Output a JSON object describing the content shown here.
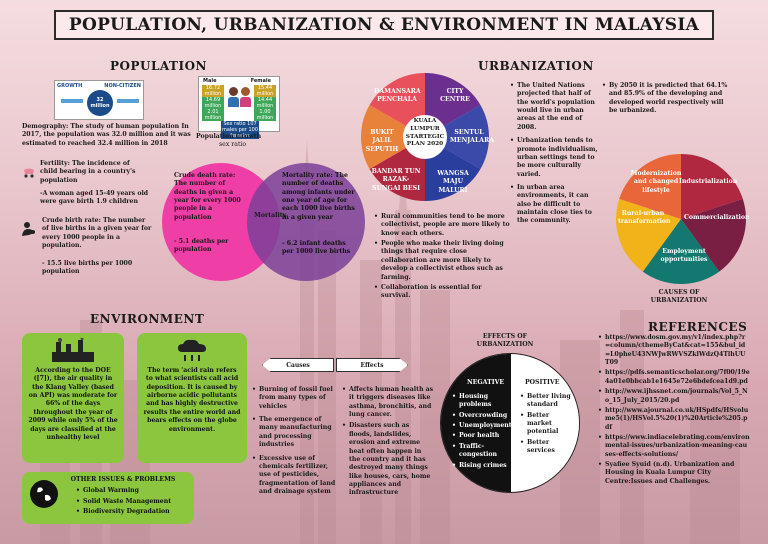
{
  "title": "POPULATION, URBANIZATION & ENVIRONMENT IN MALAYSIA",
  "population": {
    "heading": "POPULATION",
    "infographic": {
      "left_tag": "GROWTH",
      "right_tag": "NON-CITIZEN",
      "center_value": "32 million",
      "male_label": "Male",
      "female_label": "Female",
      "male_values": [
        "16.72 million",
        "14.69 million",
        "2.01 million"
      ],
      "female_values": [
        "15.44 million",
        "14.44 million",
        "1.00 million"
      ],
      "ratio_text": "Sex ratio 107 males per 100 females"
    },
    "growth_caption": "Population Growth",
    "sex_ratio_caption": "sex ratio",
    "demography": "Demography: The study of human population In 2017, the population was 32.0 million and it was estimated to reached 32.4 million in 2018",
    "fertility": "Fertility: The incidence of child bearing in a country's population",
    "fertility_note": "-A woman aged 15-49 years old were gave birth 1.9 children",
    "crude_birth": "Crude birth rate: The number of live births in a given year for every 1000 people in a population.",
    "crude_birth_note": "- 15.5 live births per 1000 population",
    "venn_left": {
      "text": "Crude death rate: The number of deaths in given a year for every 1000 people in a population",
      "note": "- 5.1 deaths per population"
    },
    "venn_center": "Mortality",
    "venn_right": {
      "text": "Mortality rate: The number of deaths among infants under one year of age for each 1000 live births in a given year",
      "note": "- 6.2 infant deaths per 1000 live births"
    }
  },
  "urbanization": {
    "heading": "URBANIZATION",
    "wheel_center": "KUALA LUMPUR STARTEGIC PLAN 2020",
    "wheel_segments": [
      {
        "label": "DAMANSARA PENCHALA",
        "color": "#e8505b"
      },
      {
        "label": "CITY CENTRE",
        "color": "#6b2f8f"
      },
      {
        "label": "SENTUL MENJALARA",
        "color": "#3b49a8"
      },
      {
        "label": "WANGSA MAJU MALURI",
        "color": "#2a3e9e"
      },
      {
        "label": "BANDAR TUN RAZAK-SUNGAI BESI",
        "color": "#b0283f"
      },
      {
        "label": "BUKIT JALIL SEPUTIH",
        "color": "#e8813a"
      }
    ],
    "rural_points": [
      "Rural communities tend to be more collectivist, people are more likely to know each others.",
      "People who make their living doing things that require close collaboration are more likely to develop a collectivist ethos such as farming.",
      "Collaboration is essential for survival."
    ],
    "un_points": [
      "The United Nations projected that half of the world's population would live in urban areas at the end of 2008.",
      "Urbanization tends to promote individualism, urban settings tend to be more culturally varied.",
      "In urban area environments, it can also be difficult to maintain close ties to the community."
    ],
    "forecast": "By 2050 it is predicted that 64.1% and 85.9% of the developing and developed world respectively will be urbanized.",
    "causes_segments": [
      {
        "label": "Industrialization",
        "color": "#b0283f"
      },
      {
        "label": "Commercialization",
        "color": "#7a1f44"
      },
      {
        "label": "Employment opportunities",
        "color": "#13786f"
      },
      {
        "label": "Rural-urban transformation",
        "color": "#f2b31a"
      },
      {
        "label": "Modernization and changed lifestyle",
        "color": "#e8663a"
      }
    ],
    "causes_caption": "CAUSES OF URBANIZATION",
    "effects_caption": "EFFECTS OF URBANIZATION",
    "negative_title": "NEGATIVE",
    "negative_items": [
      "Housing problems",
      "Overcrowding",
      "Unemployment",
      "Poor health",
      "Traffic-congestion",
      "Rising crimes"
    ],
    "positive_title": "POSITIVE",
    "positive_items": [
      "Better living standard",
      "Better market potential",
      "Better services"
    ]
  },
  "environment": {
    "heading": "ENVIRONMENT",
    "doe_card": "According to the DOE ([7]), the air quality in the Klang Valley (based on API) was moderate for 66% of the days throughout the year of 2009 while only 5% of the days are classified at the unhealthy level",
    "acid_card": "The term 'acid rain refers to what scientists call acid deposition. It is caused by airborne acidic pollutants and has highly destructive results the entire world and bears effects on the globe environment.",
    "causes_label": "Causes",
    "effects_label": "Effects",
    "causes_items": [
      "Burning of fossil fuel from many types of vehicles",
      "The emergence of many manufacturing and processing industries",
      "Excessive use of chemicals fertilizer, use of pesticides, fragmentation of land and drainage system"
    ],
    "effects_items": [
      "Affects human health as it triggers diseases like asthma, bronchitis, and lung cancer.",
      "Disasters such as floods, landslides, erosion and extreme heat often happen in the country and it has destroyed many things like houses, cars, home appliances and infrastructure"
    ],
    "other_title": "OTHER ISSUES & PROBLEMS",
    "other_items": [
      "Global Warming",
      "Solid Waste Management",
      "Biodiversity Degradation"
    ]
  },
  "references": {
    "heading": "REFERENCES",
    "items": [
      "https://www.dosm.gov.my/v1/index.php?r=column/cthemeByCat&cat=155&bul_id=L0pheU43NWJwRWVSZklWdzQ4TlhUUT09",
      "https://pdfs.semanticscholar.org/7f00/19e4a01e0bbcab1e1645e72e6bdefcea1d9.pd",
      "http://www.ijhssnet.com/journals/Vol_5_No_15_July_2015/20.pd",
      "http://www.ajournal.co.uk/HSpdfs/HSvolume5(1)/HSVol.5%20(1)%20Article%205.pdf",
      "https://www.indiacelebrating.com/environmental-issues/urbanization-meaning-causes-effects-solutions/",
      "Syafiee Syuid (n.d). Urbanization and Housing in Kuala Lumpur City Centre:Issues and Challenges."
    ]
  }
}
